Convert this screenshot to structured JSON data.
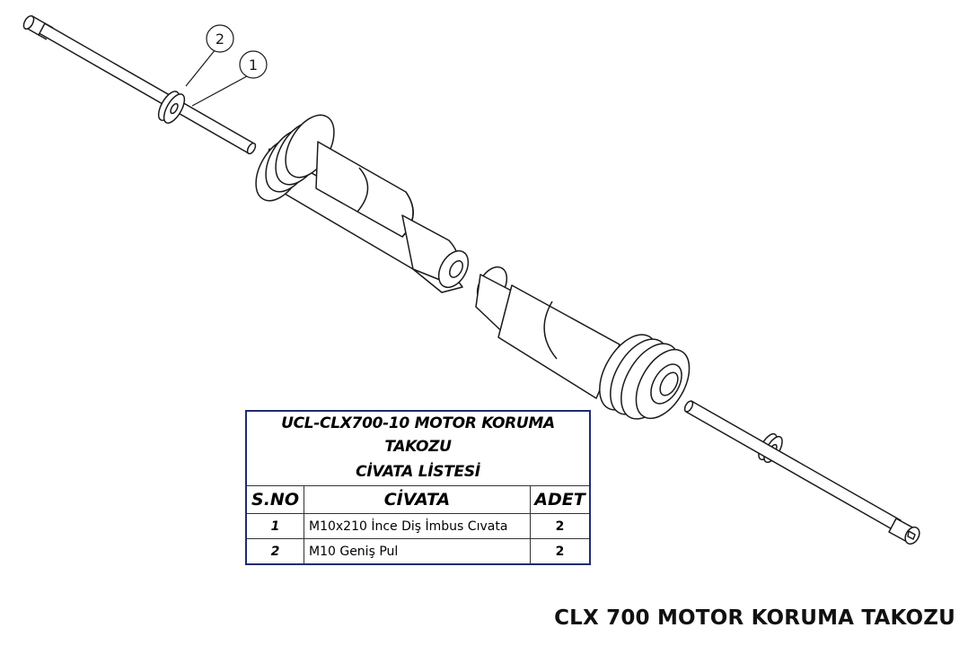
{
  "balloons": [
    {
      "number": "1",
      "target": "bolt"
    },
    {
      "number": "2",
      "target": "washer"
    }
  ],
  "bom_table": {
    "title_line1": "UCL-CLX700-10 MOTOR KORUMA TAKOZU",
    "title_line2": "CİVATA LİSTESİ",
    "headers": {
      "no": "S.NO",
      "desc": "CİVATA",
      "qty": "ADET"
    },
    "rows": [
      {
        "no": "1",
        "desc": "M10x210 İnce Diş İmbus Cıvata",
        "qty": "2"
      },
      {
        "no": "2",
        "desc": "M10 Geniş Pul",
        "qty": "2"
      }
    ]
  },
  "sheet_title": "CLX 700 MOTOR KORUMA TAKOZU",
  "colors": {
    "line": "#1a1a1a",
    "table_border": "#1f2c6e",
    "background": "#ffffff"
  }
}
